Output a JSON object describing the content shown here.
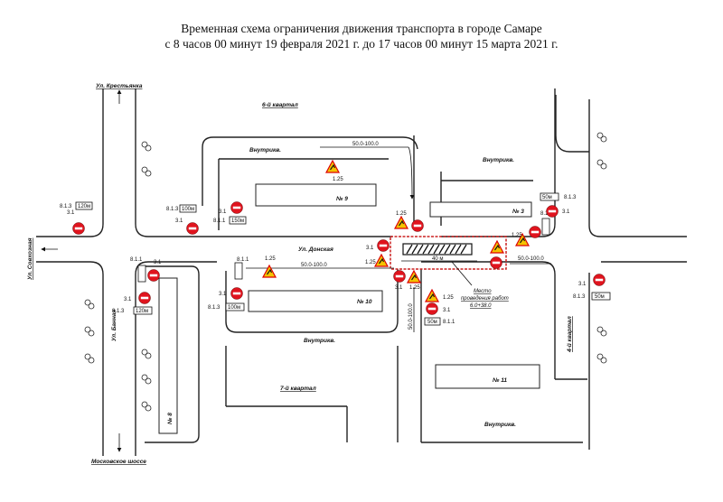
{
  "title": {
    "line1": "Временная схема ограничения движения транспорта в городе Самаре",
    "line2": "с 8 часов 00 минут 19 февраля 2021 г. до 17 часов 00 минут 15 марта 2021 г."
  },
  "streets": {
    "krestyanka": "Ул. Крестьянка",
    "sovkhoznaya": "Ул. Совхозная",
    "bannaya": "Ул. Банная",
    "donskaya": "Ул. Донская",
    "moskovskoe": "Московское шоссе"
  },
  "quarters": {
    "q6": "6-й квартал",
    "q7": "7-й квартал",
    "q4": "4-й квартал"
  },
  "inner_labels": {
    "v1": "Внутрикв.",
    "v2": "Внутрикв.",
    "v3": "Внутрикв.",
    "v4": "Внутрикв."
  },
  "buildings": {
    "b9": "№ 9",
    "b3": "№ 3",
    "b10": "№ 10",
    "b11": "№ 11",
    "b8": "№ 8"
  },
  "work_site": {
    "label_l1": "Место",
    "label_l2": "проведения работ",
    "label_l3": "6.0+38.0",
    "length": "40 м"
  },
  "distances": {
    "d1": "50.0-100.0",
    "d2": "50.0-100.0",
    "d3": "50.0-100.0",
    "d4": "50.0-100.0"
  },
  "sign_codes": {
    "s31": "3.1",
    "s125": "1.25",
    "s811": "8.1.1",
    "s813": "8.1.3"
  },
  "plates": {
    "p120": "120м",
    "p100": "100м",
    "p150": "150м",
    "p50": "50м"
  },
  "colors": {
    "sign_red": "#e0141e",
    "warning_yellow": "#f4c400",
    "work_zone": "#cc2222"
  }
}
